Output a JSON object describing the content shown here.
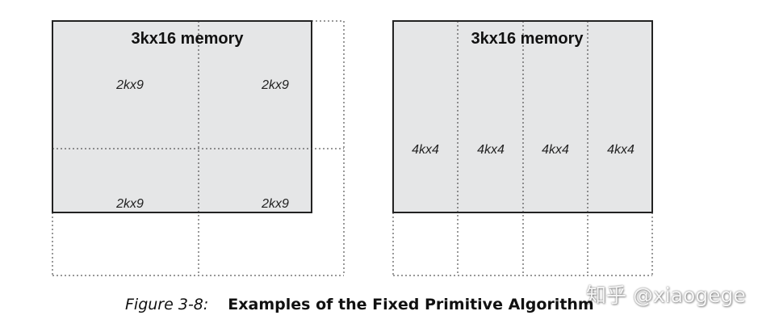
{
  "diagrams": [
    {
      "title": "3kx16 memory",
      "primitives": [
        "2kx9",
        "2kx9",
        "2kx9",
        "2kx9"
      ]
    },
    {
      "title": "3kx16 memory",
      "primitives": [
        "4kx4",
        "4kx4",
        "4kx4",
        "4kx4"
      ]
    }
  ],
  "caption": {
    "number": "Figure 3-8:",
    "title": "Examples of the Fixed Primitive Algorithm"
  },
  "watermark": "知乎 @xiaogege",
  "colors": {
    "memory_fill": "#e5e6e7",
    "border": "#222222",
    "dotted_line": "#333333"
  }
}
